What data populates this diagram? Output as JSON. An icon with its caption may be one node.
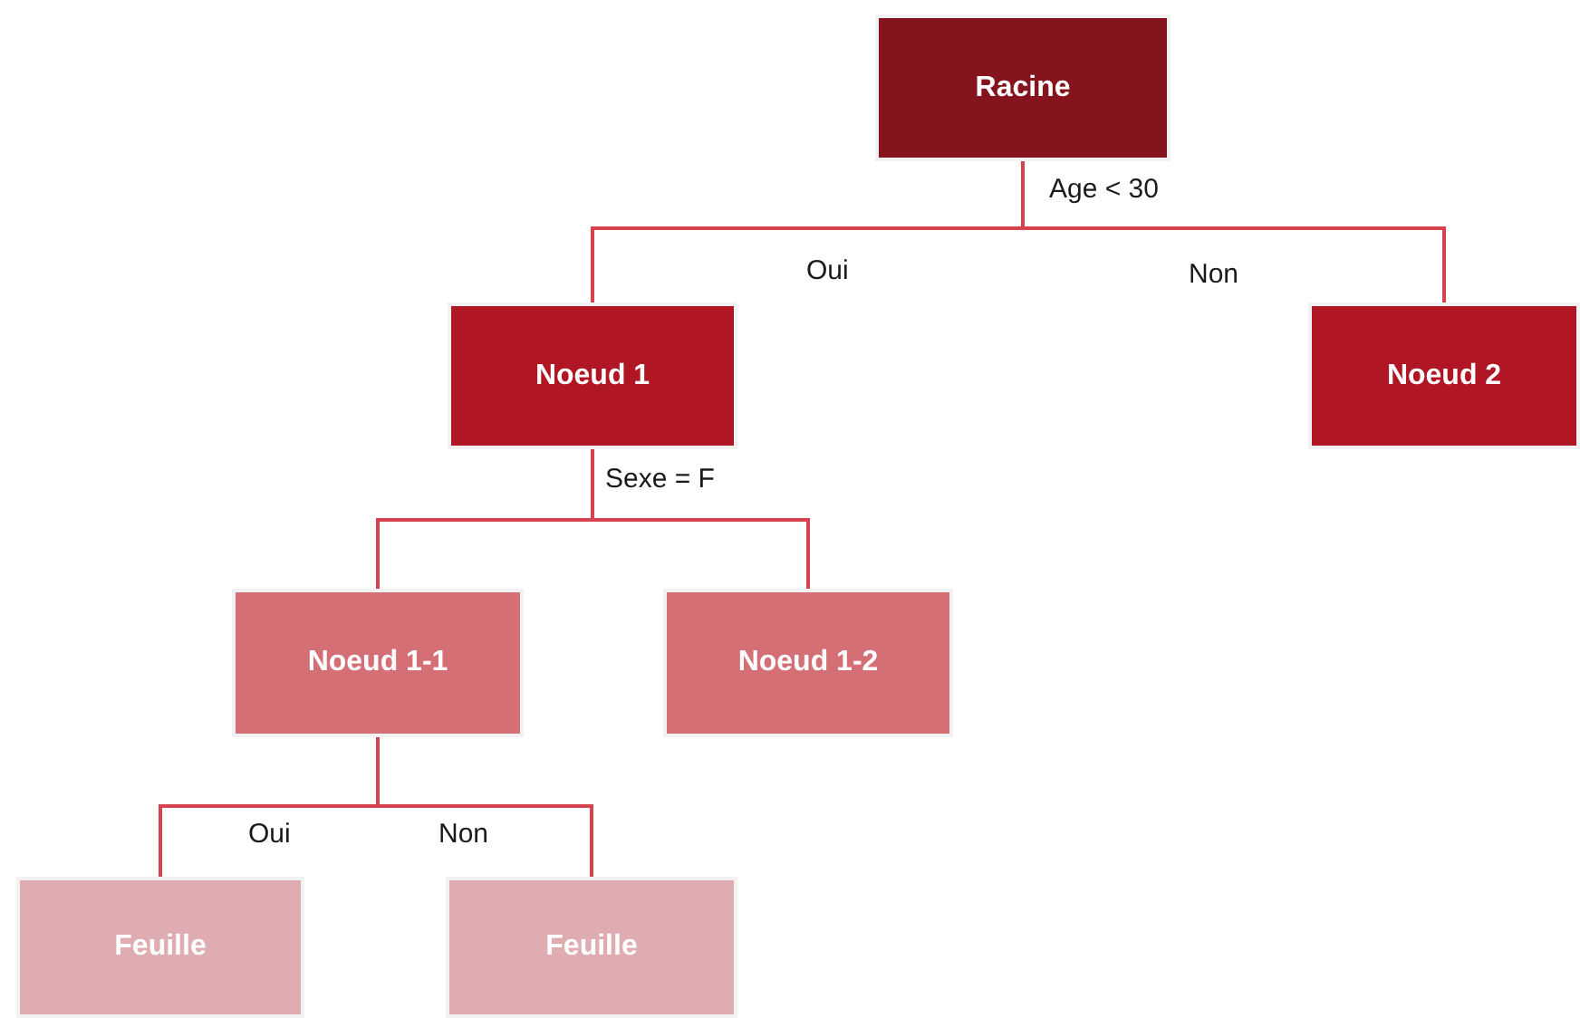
{
  "diagram": {
    "nodes": [
      {
        "text": [
          "Racine"
        ]
      },
      {
        "text": [
          "Noeud 1"
        ]
      },
      {
        "text": [
          "Noeud 2"
        ]
      },
      {
        "text": [
          "Noeud 1-1"
        ]
      },
      {
        "text": [
          "Noeud 1-2"
        ]
      },
      {
        "text": [
          "Feuille"
        ]
      },
      {
        "text": [
          "Feuille"
        ]
      }
    ],
    "edges": [
      {
        "from": 0,
        "to": 1,
        "arrow": "none",
        "label": "Oui"
      },
      {
        "from": 0,
        "to": 2,
        "arrow": "none",
        "label": "Non"
      },
      {
        "from": 1,
        "to": 3,
        "arrow": "none"
      },
      {
        "from": 1,
        "to": 4,
        "arrow": "none"
      },
      {
        "from": 3,
        "to": 5,
        "arrow": "none",
        "label": "Oui"
      },
      {
        "from": 3,
        "to": 6,
        "arrow": "none",
        "label": "Non"
      }
    ],
    "labels": [
      "Age < 30",
      "Sexe = F"
    ]
  }
}
